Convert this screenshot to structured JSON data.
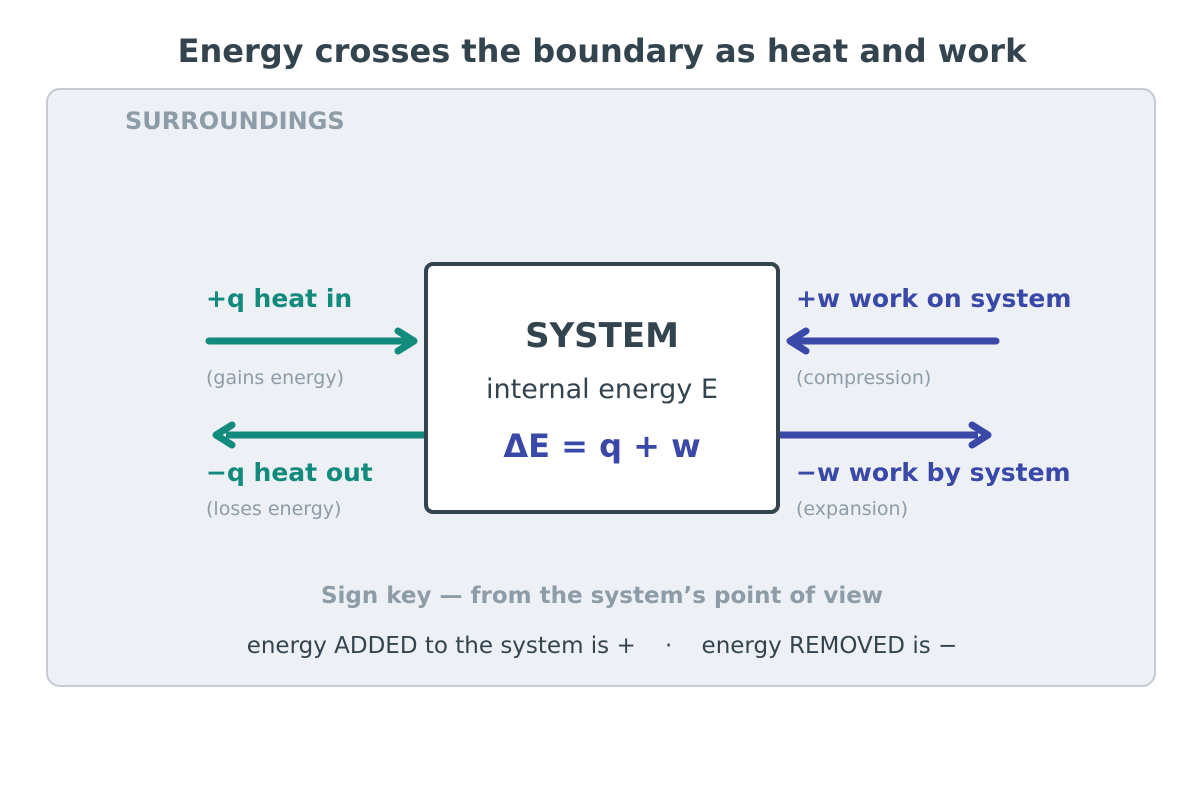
{
  "title": "Energy crosses the boundary as heat and work",
  "surroundings": {
    "label": "SURROUNDINGS"
  },
  "system": {
    "title": "SYSTEM",
    "subtitle": "internal energy  E",
    "equation": "ΔE = q + w"
  },
  "flows": {
    "heat_in": {
      "label": "+q  heat in",
      "note": "(gains energy)"
    },
    "heat_out": {
      "label": "−q  heat out",
      "note": "(loses energy)"
    },
    "work_on": {
      "label": "+w  work on system",
      "note": "(compression)"
    },
    "work_by": {
      "label": "−w  work by system",
      "note": "(expansion)"
    }
  },
  "sign_key": {
    "title": "Sign key — from the system’s point of view",
    "text": "energy ADDED to the system is +    ·    energy REMOVED is −"
  },
  "colors": {
    "heat": "#128a7c",
    "work": "#3a48a8",
    "ink": "#34444f",
    "muted": "#8d9ca7"
  }
}
